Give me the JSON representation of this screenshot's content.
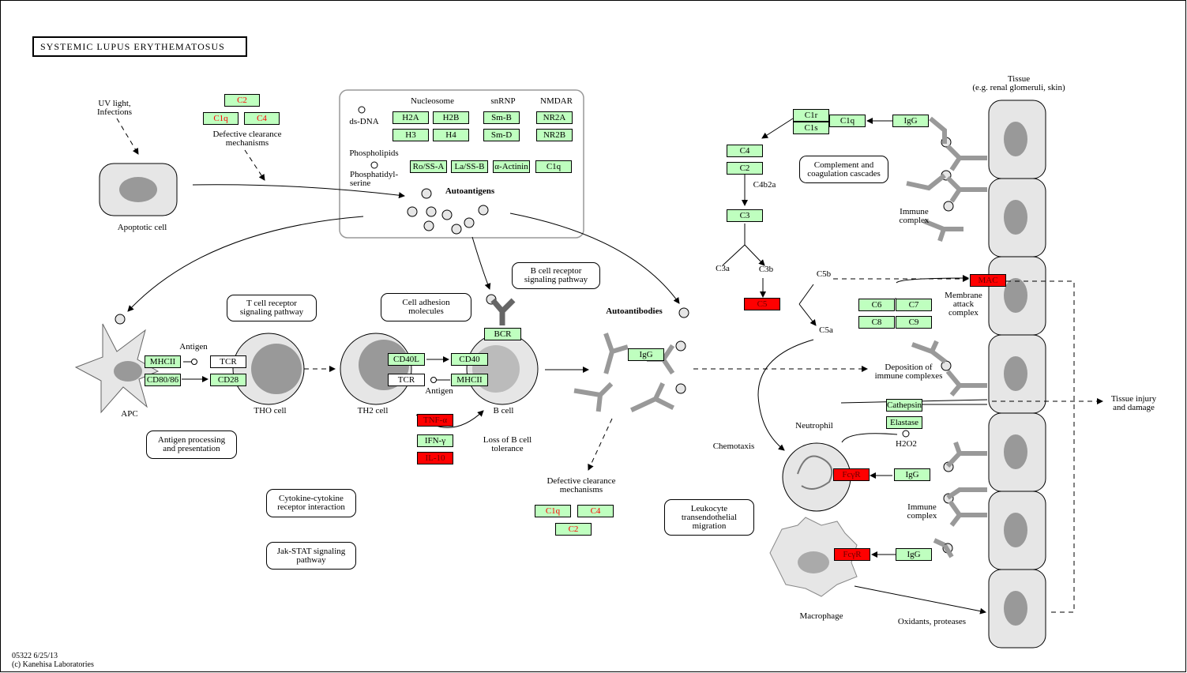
{
  "title": "SYSTEMIC LUPUS ERYTHEMATOSUS",
  "footer": {
    "id_date": "05322 6/25/13",
    "copyright": "(c) Kanehisa Laboratories"
  },
  "colors": {
    "gene_bg": "#bfffbf",
    "highlight_red": "#ff0000",
    "cell_fill": "#e6e6e6",
    "nucleus_fill": "#999999",
    "antibody_gray": "#999999"
  },
  "genes": {
    "c2_top": "C2",
    "c1q_top": "C1q",
    "c4_top": "C4",
    "h2a": "H2A",
    "h2b": "H2B",
    "h3": "H3",
    "h4": "H4",
    "smb": "Sm-B",
    "smd": "Sm-D",
    "nr2a": "NR2A",
    "nr2b": "NR2B",
    "ro": "Ro/SS-A",
    "la": "La/SS-B",
    "actinin": "α-Actinin",
    "c1q_auto": "C1q",
    "mhcii_apc": "MHCII",
    "cd80": "CD80/86",
    "tcr_th0": "TCR",
    "cd28": "CD28",
    "cd40l": "CD40L",
    "cd40": "CD40",
    "tcr_th2": "TCR",
    "mhcii_b": "MHCII",
    "bcr": "BCR",
    "tnf": "TNF-α",
    "ifn": "IFN-γ",
    "il10": "IL-10",
    "igg_mid": "IgG",
    "c1q_bot": "C1q",
    "c4_bot": "C4",
    "c2_bot": "C2",
    "c1r": "C1r",
    "c1s": "C1s",
    "c1q_right": "C1q",
    "igg_right_top": "IgG",
    "c4_right": "C4",
    "c2_right": "C2",
    "c3": "C3",
    "c5": "C5",
    "mac": "MAC",
    "c6": "C6",
    "c7": "C7",
    "c8": "C8",
    "c9": "C9",
    "cathepsin": "Cathepsin",
    "elastase": "Elastase",
    "fcgr_neut": "FcγR",
    "igg_neut": "IgG",
    "fcgr_mac": "FcγR",
    "igg_mac": "IgG"
  },
  "labels": {
    "uv": "UV light,\nInfections",
    "defective_top": "Defective clearance\nmechanisms",
    "apoptotic": "Apoptotic cell",
    "nucleosome": "Nucleosome",
    "snrnp": "snRNP",
    "nmdar": "NMDAR",
    "dsdna": "ds-DNA",
    "phospholipids": "Phospholipids",
    "phosphatidyl": "Phosphatidyl-\nserine",
    "autoantigens": "Autoantigens",
    "antigen_apc": "Antigen",
    "apc": "APC",
    "tho": "THO cell",
    "th2": "TH2 cell",
    "bcell": "B cell",
    "antigen_b": "Antigen",
    "loss_tolerance": "Loss of B cell\ntolerance",
    "autoantibodies": "Autoantibodies",
    "defective_bot": "Defective clearance\nmechanisms",
    "c4b2a": "C4b2a",
    "c3a": "C3a",
    "c3b": "C3b",
    "c5b": "C5b",
    "c5a": "C5a",
    "tissue": "Tissue\n(e.g. renal glomeruli, skin)",
    "immune_complex_top": "Immune\ncomplex",
    "membrane_attack": "Membrane\nattack\ncomplex",
    "deposition": "Deposition of\nimmune complexes",
    "tissue_injury": "Tissue injury\nand damage",
    "neutrophil": "Neutrophil",
    "h2o2": "H2O2",
    "chemotaxis": "Chemotaxis",
    "immune_complex_bot": "Immune\ncomplex",
    "macrophage": "Macrophage",
    "oxidants": "Oxidants, proteases"
  },
  "pathways": {
    "tcr": "T cell receptor\nsignaling pathway",
    "cam": "Cell adhesion\nmolecules",
    "bcr": "B cell receptor\nsignaling pathway",
    "antigen_processing": "Antigen processing\nand presentation",
    "cytokine": "Cytokine-cytokine\nreceptor interaction",
    "jakstat": "Jak-STAT signaling\npathway",
    "complement": "Complement and\ncoagulation cascades",
    "leukocyte": "Leukocyte\ntransendothelial\nmigration"
  }
}
